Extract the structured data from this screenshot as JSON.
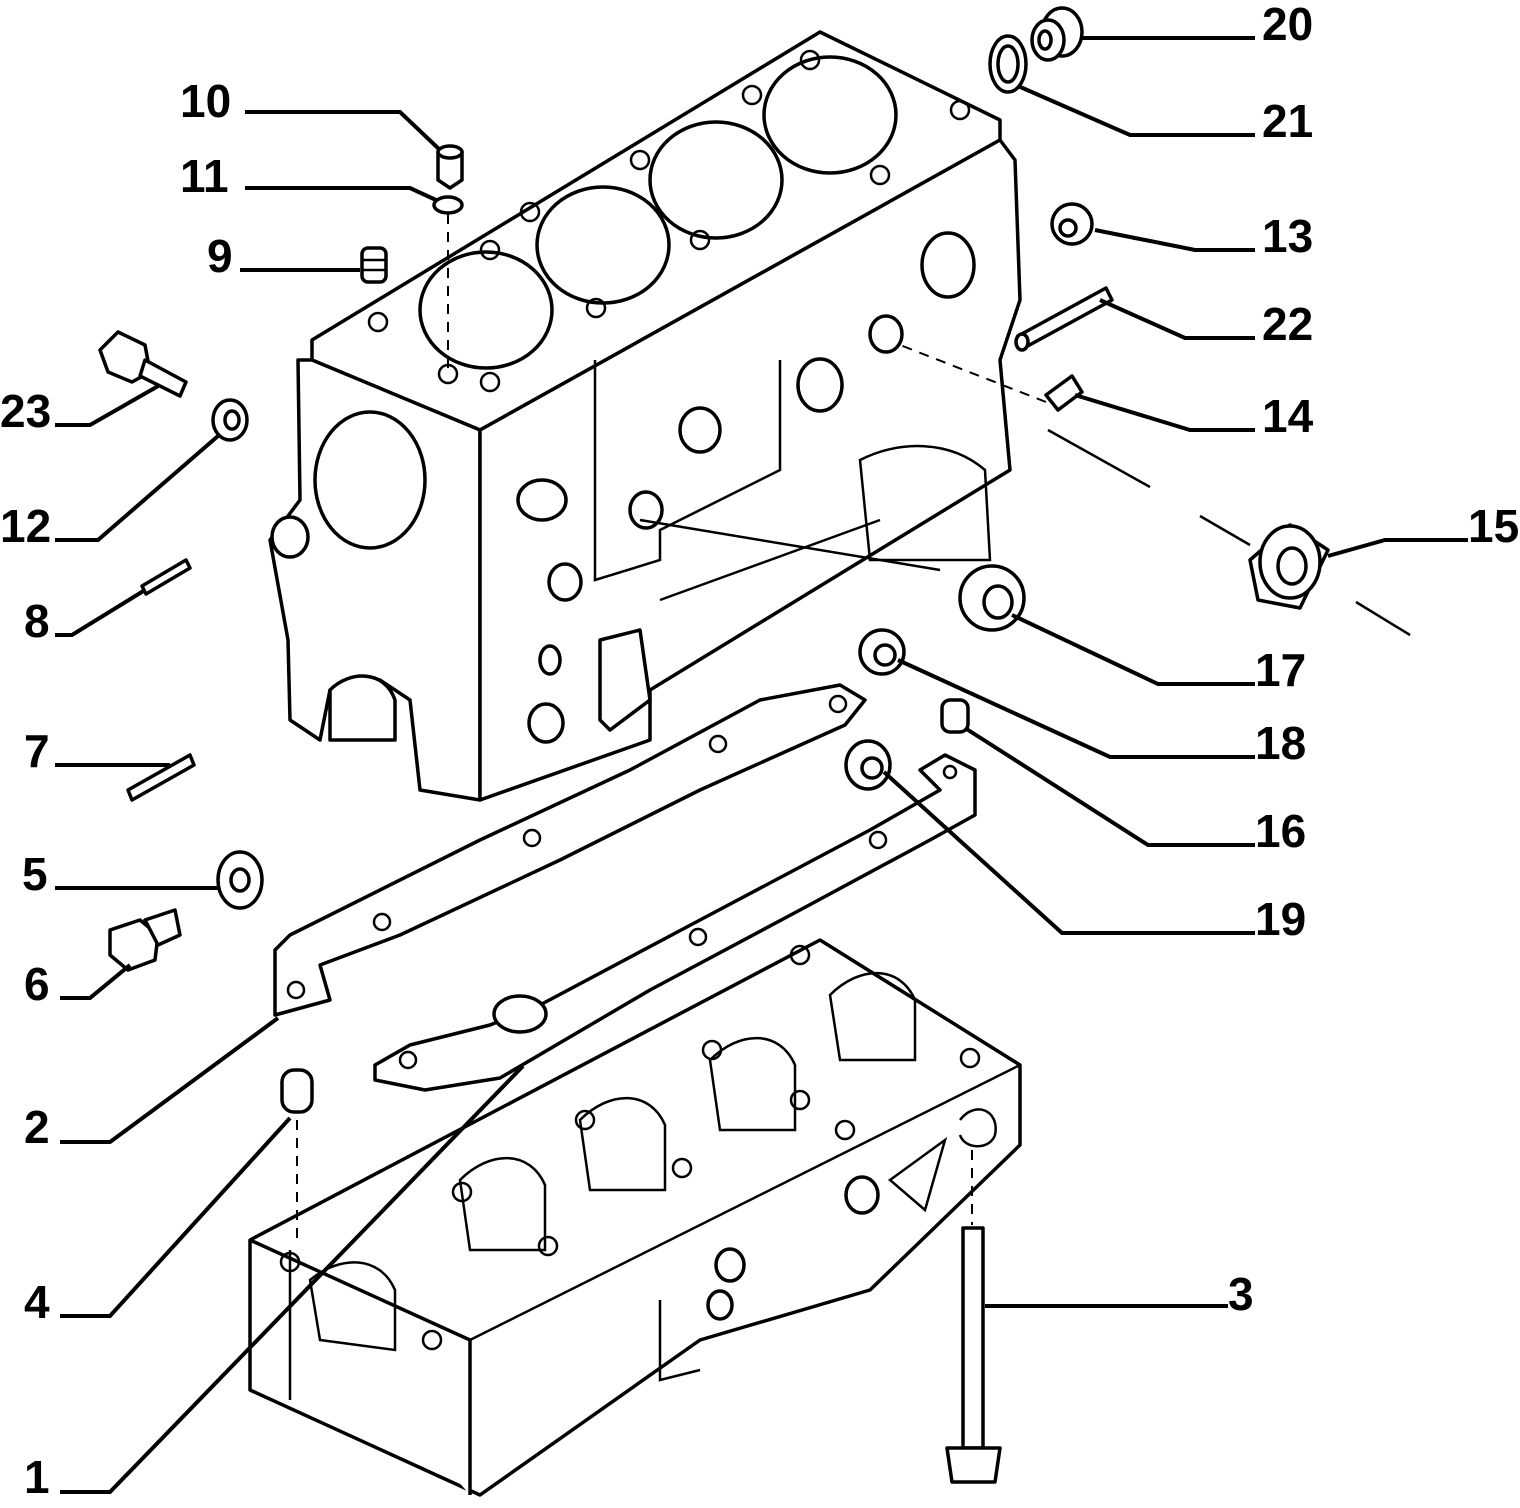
{
  "diagram": {
    "type": "exploded-parts-view",
    "callouts": [
      {
        "id": "1",
        "text": "1"
      },
      {
        "id": "2",
        "text": "2"
      },
      {
        "id": "3",
        "text": "3"
      },
      {
        "id": "4",
        "text": "4"
      },
      {
        "id": "5",
        "text": "5"
      },
      {
        "id": "6",
        "text": "6"
      },
      {
        "id": "7",
        "text": "7"
      },
      {
        "id": "8",
        "text": "8"
      },
      {
        "id": "9",
        "text": "9"
      },
      {
        "id": "10",
        "text": "10"
      },
      {
        "id": "11",
        "text": "11"
      },
      {
        "id": "12",
        "text": "12"
      },
      {
        "id": "13",
        "text": "13"
      },
      {
        "id": "14",
        "text": "14"
      },
      {
        "id": "15",
        "text": "15"
      },
      {
        "id": "16",
        "text": "16"
      },
      {
        "id": "17",
        "text": "17"
      },
      {
        "id": "18",
        "text": "18"
      },
      {
        "id": "19",
        "text": "19"
      },
      {
        "id": "20",
        "text": "20"
      },
      {
        "id": "21",
        "text": "21"
      },
      {
        "id": "22",
        "text": "22"
      },
      {
        "id": "23",
        "text": "23"
      }
    ]
  }
}
